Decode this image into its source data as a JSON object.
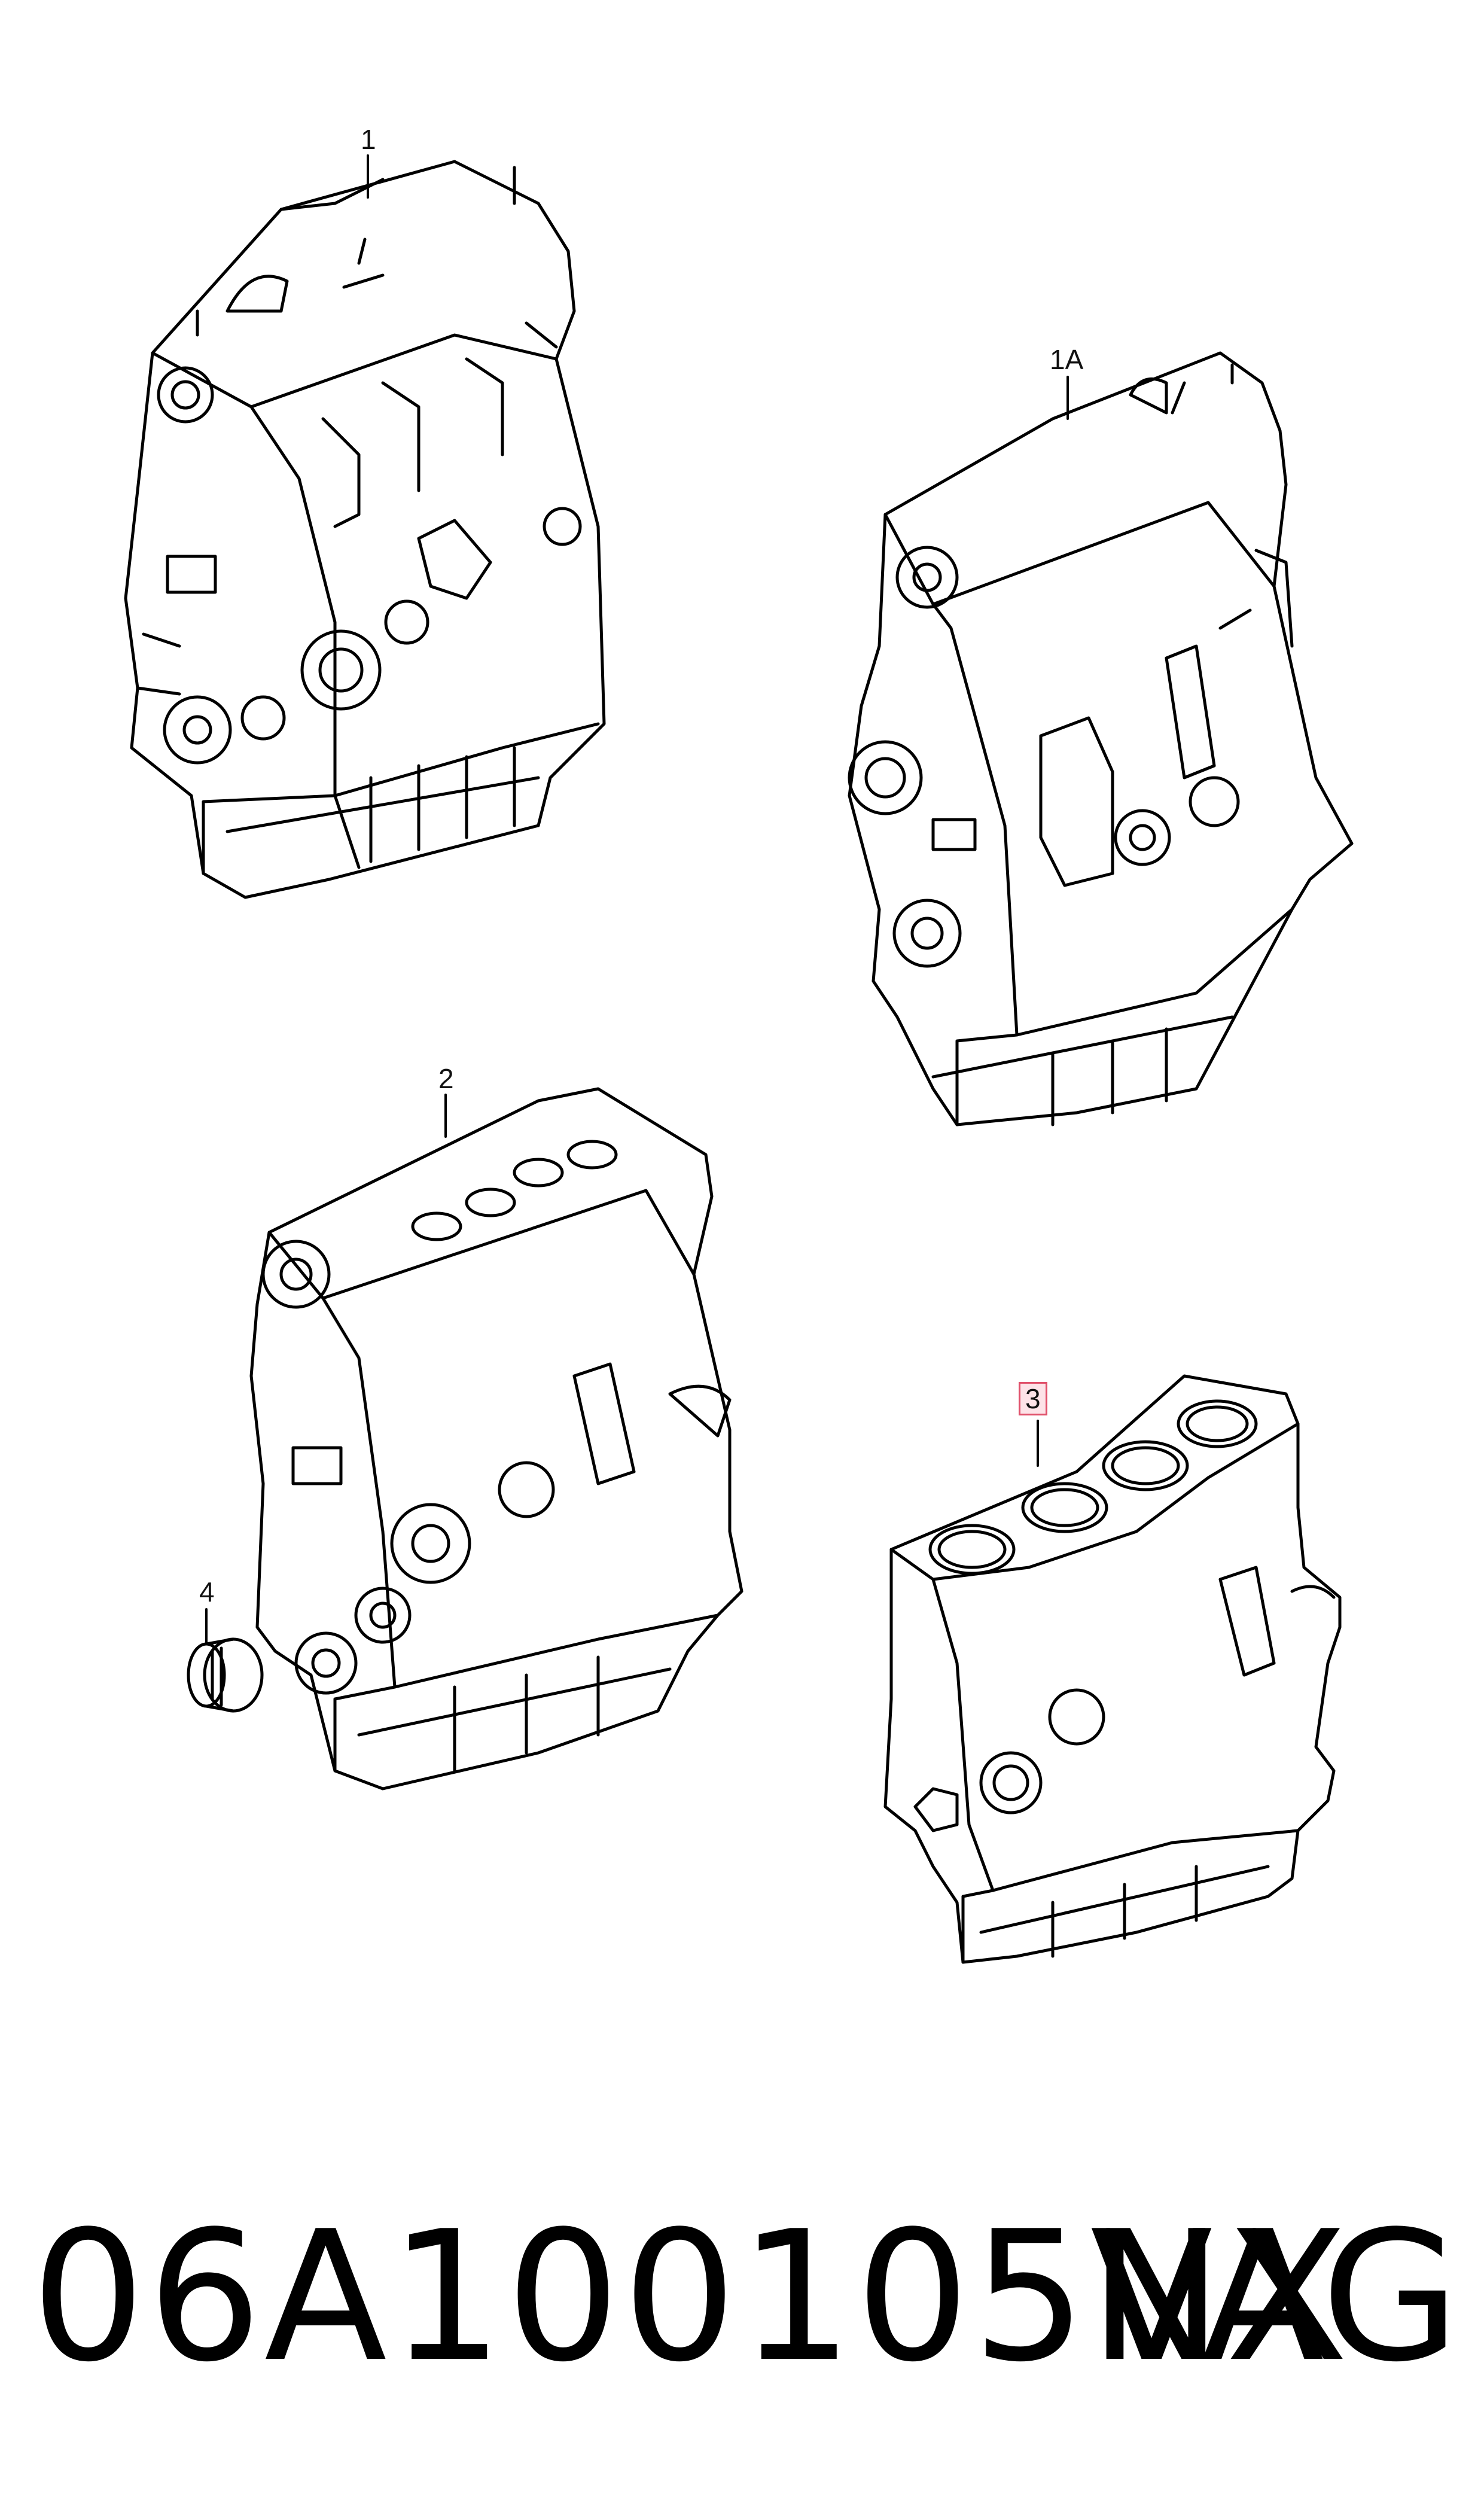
{
  "callouts": {
    "c1": "1",
    "c1a": "1A",
    "c2": "2",
    "c3": "3",
    "c4": "4"
  },
  "footer": {
    "part_number": "06A100105NX",
    "brand": "VAG"
  },
  "highlight_color": "#e0506a"
}
